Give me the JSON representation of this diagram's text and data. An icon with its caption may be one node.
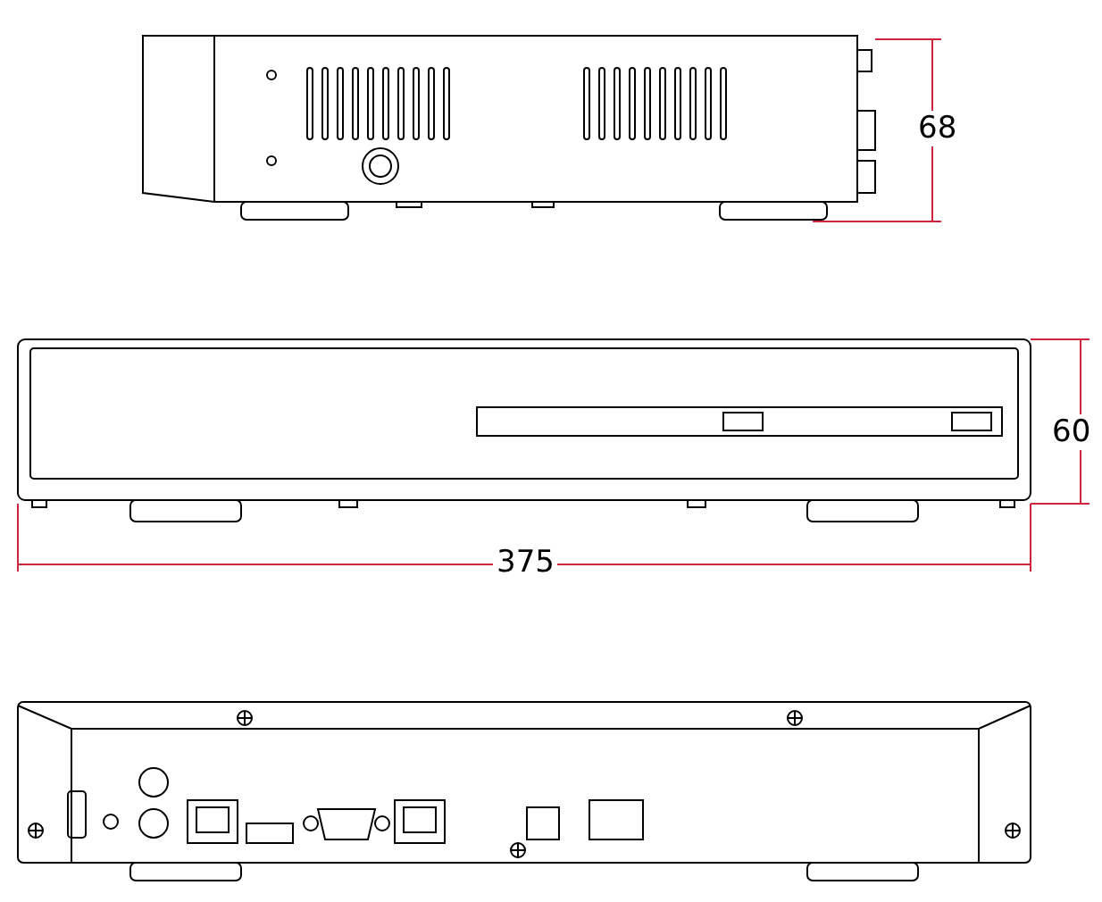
{
  "diagram": {
    "labels": [
      "68",
      "60",
      "375"
    ]
  }
}
